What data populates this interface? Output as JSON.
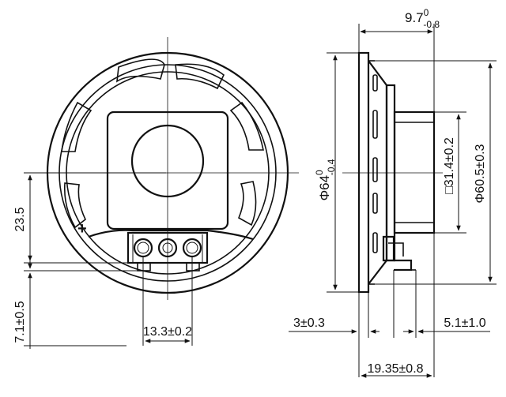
{
  "dimensions": {
    "depth_total": {
      "base": "9.7",
      "sup": "0",
      "sub": "-0.8"
    },
    "outer_diameter": {
      "prefix": "Φ64",
      "sup": "0",
      "sub": "-0.4"
    },
    "magnet_square": "□31.4±0.2",
    "mount_diameter": "Φ60.5±0.3",
    "vertical_offset": "23.5",
    "terminal_offset": "7.1±0.5",
    "terminal_pitch": "13.3±0.2",
    "flange_thickness": "3±0.3",
    "terminal_height": "5.1±1.0",
    "overall_length": "19.35±0.8"
  },
  "symbols": {
    "polarity": "+"
  }
}
